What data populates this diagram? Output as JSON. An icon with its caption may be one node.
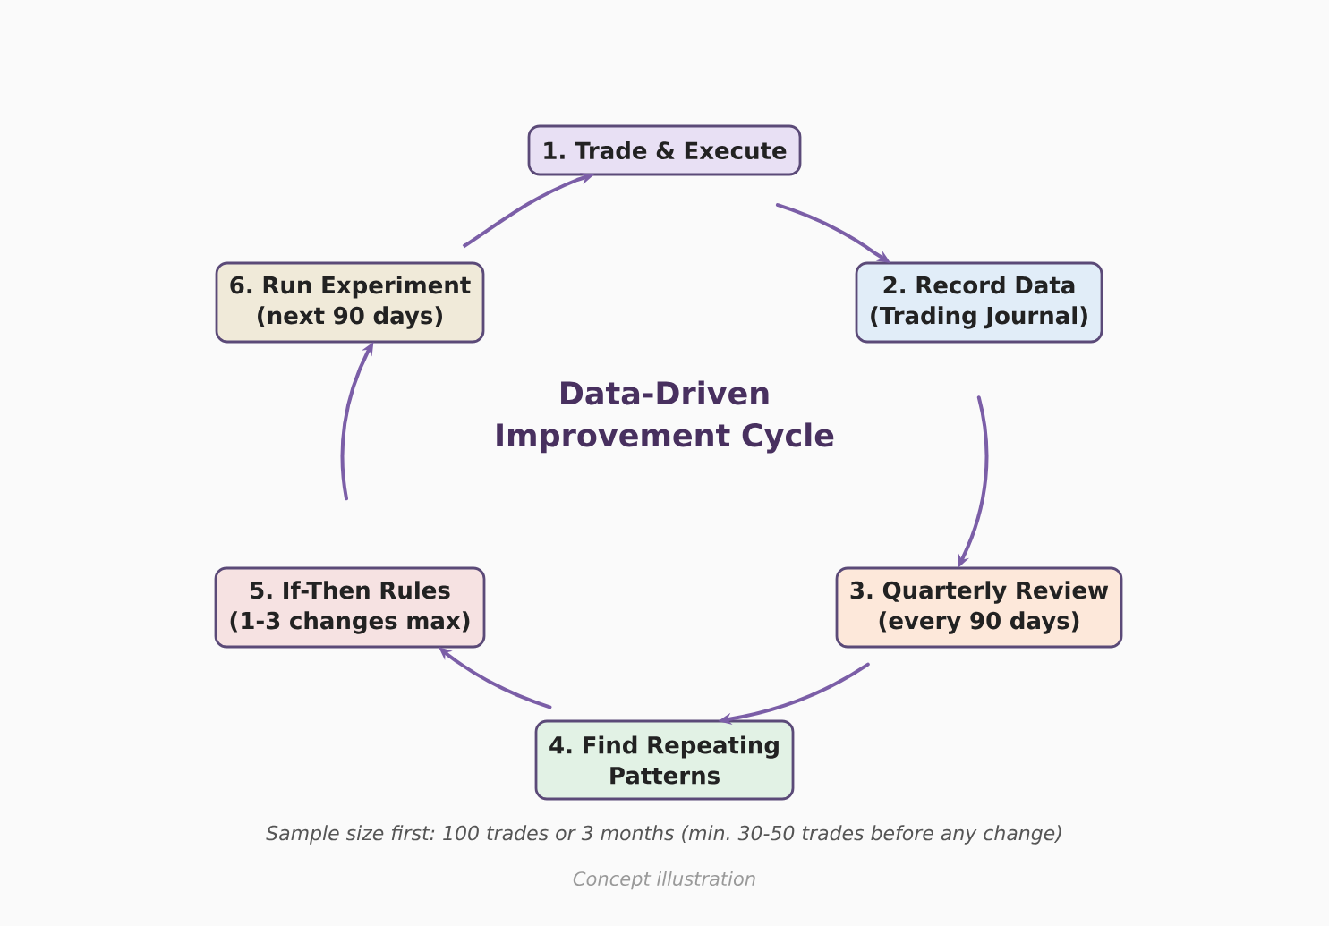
{
  "diagram": {
    "title": "Data-Driven Improvement Cycle",
    "caption": "Sample size first: 100 trades or 3 months (min. 30-50 trades before any change)",
    "nodes": [
      {
        "text": [
          "1. Trade & Execute"
        ]
      },
      {
        "text": [
          "2. Record Data (Trading Journal)"
        ]
      },
      {
        "text": [
          "3. Quarterly Review (every 90 days)"
        ]
      },
      {
        "text": [
          "4. Find Repeating Patterns"
        ]
      },
      {
        "text": [
          "5. If-Then Rules (1-3 changes max)"
        ]
      },
      {
        "text": [
          "6. Run Experiment (next 90 days)"
        ]
      }
    ],
    "edges": [
      {
        "from": 0,
        "to": 1,
        "arrow": "to"
      },
      {
        "from": 1,
        "to": 2,
        "arrow": "to"
      },
      {
        "from": 2,
        "to": 3,
        "arrow": "to"
      },
      {
        "from": 3,
        "to": 4,
        "arrow": "to"
      },
      {
        "from": 4,
        "to": 5,
        "arrow": "to"
      },
      {
        "from": 5,
        "to": 0,
        "arrow": "to"
      }
    ],
    "labels": [
      "Concept illustration"
    ]
  }
}
